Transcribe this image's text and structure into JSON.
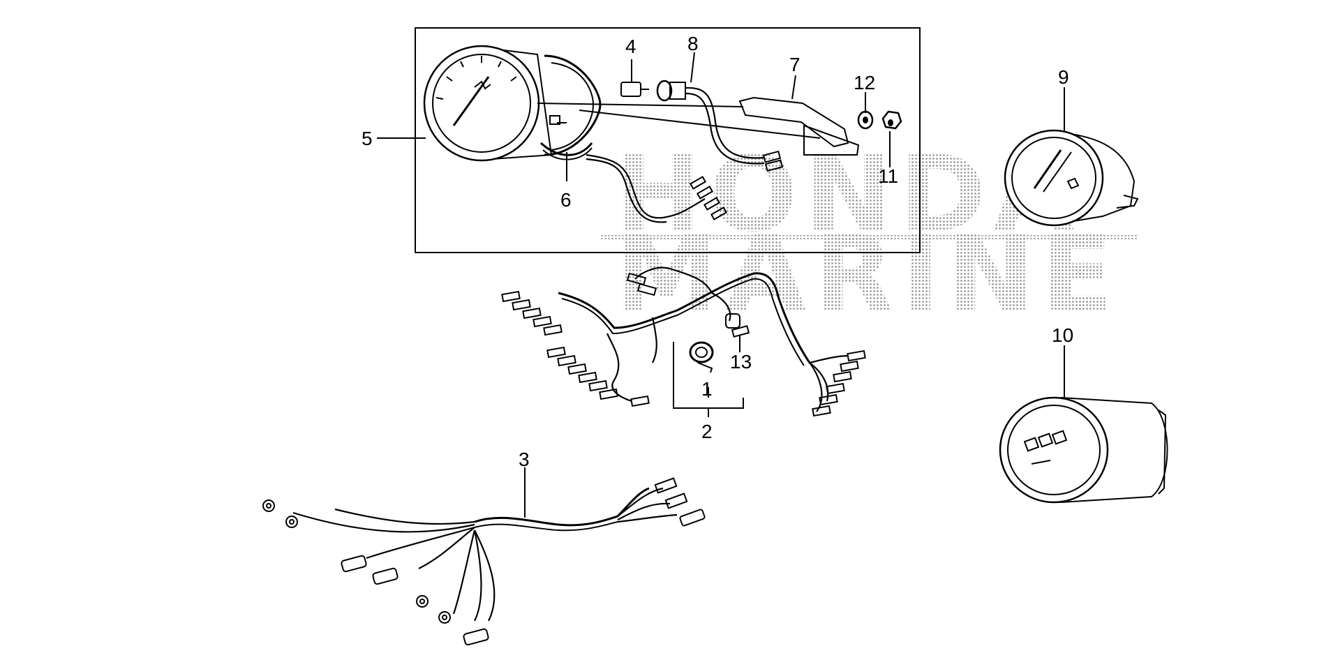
{
  "watermark": {
    "line1": "HONDA",
    "line2": "MARINE"
  },
  "callouts": {
    "n1": "1",
    "n2": "2",
    "n3": "3",
    "n4": "4",
    "n5": "5",
    "n6": "6",
    "n7": "7",
    "n8": "8",
    "n9": "9",
    "n10": "10",
    "n11": "11",
    "n12": "12",
    "n13": "13"
  },
  "colors": {
    "line": "#000000",
    "background": "#ffffff",
    "watermark_dots": "#9a9a9a"
  }
}
